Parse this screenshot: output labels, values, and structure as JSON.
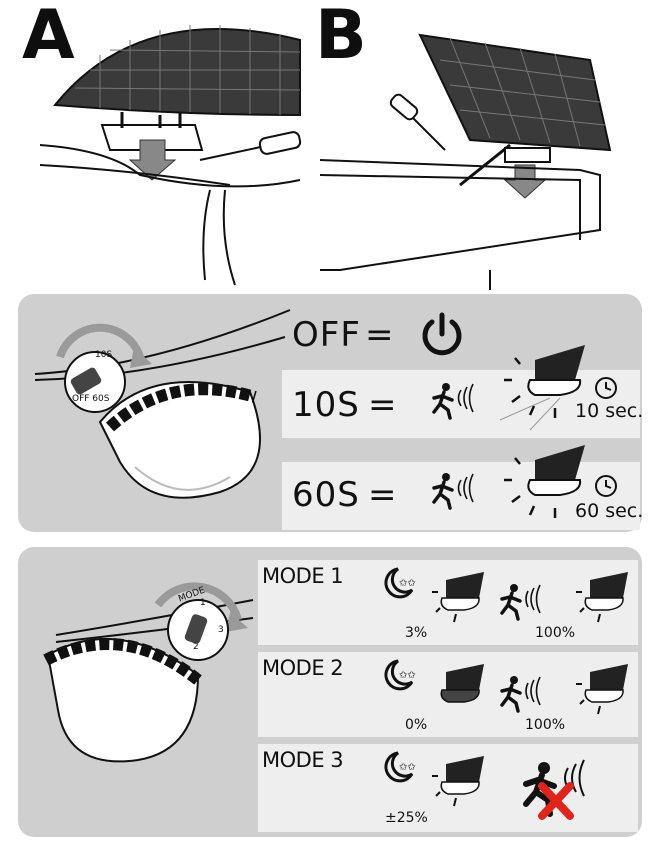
{
  "steps": {
    "a": "A",
    "b": "B"
  },
  "timer_panel": {
    "dial": {
      "t10": "10S",
      "off60": "OFF 60S"
    },
    "rows": [
      {
        "label": "OFF",
        "eq": "=",
        "icon": "power-icon"
      },
      {
        "label": "10S",
        "eq": "=",
        "caption": "10 sec.",
        "icon": "timer-icon"
      },
      {
        "label": "60S",
        "eq": "=",
        "caption": "60 sec.",
        "icon": "timer-icon"
      }
    ]
  },
  "mode_panel": {
    "dial": {
      "mode": "MODE",
      "one": "1",
      "two": "2",
      "three": "3"
    },
    "modes": [
      {
        "label": "MODE 1",
        "night_pct": "3%",
        "motion_pct": "100%"
      },
      {
        "label": "MODE 2",
        "night_pct": "0%",
        "motion_pct": "100%"
      },
      {
        "label": "MODE 3",
        "night_pct": "±25%"
      }
    ]
  },
  "colors": {
    "panel": "#cfcfcf",
    "row": "#eeeeee",
    "cross": "#e0241b"
  }
}
